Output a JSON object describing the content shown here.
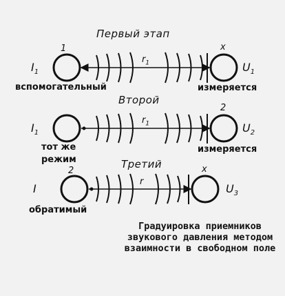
{
  "stages": [
    {
      "title": "Первый этап",
      "left_number": "1",
      "right_number": "x",
      "left_quantity": "I",
      "left_subscript": "1",
      "right_quantity": "U",
      "right_subscript": "1",
      "distance_label": "r",
      "distance_subscript": "1",
      "left_role": "вспомогательный",
      "left_role_line2": "",
      "right_role": "измеряется"
    },
    {
      "title": "Второй",
      "left_number": "",
      "right_number": "2",
      "left_quantity": "I",
      "left_subscript": "1",
      "right_quantity": "U",
      "right_subscript": "2",
      "distance_label": "r",
      "distance_subscript": "1",
      "left_role": "тот же",
      "left_role_line2": "режим",
      "right_role": "измеряется"
    },
    {
      "title": "Третий",
      "left_number": "2",
      "right_number": "x",
      "left_quantity": "I",
      "left_subscript": "",
      "right_quantity": "U",
      "right_subscript": "3",
      "distance_label": "r",
      "distance_subscript": "",
      "left_role": "обратимый",
      "left_role_line2": "",
      "right_role": ""
    }
  ],
  "caption": "Градуировка приемников звукового давления методом взаимности в свободном поле"
}
